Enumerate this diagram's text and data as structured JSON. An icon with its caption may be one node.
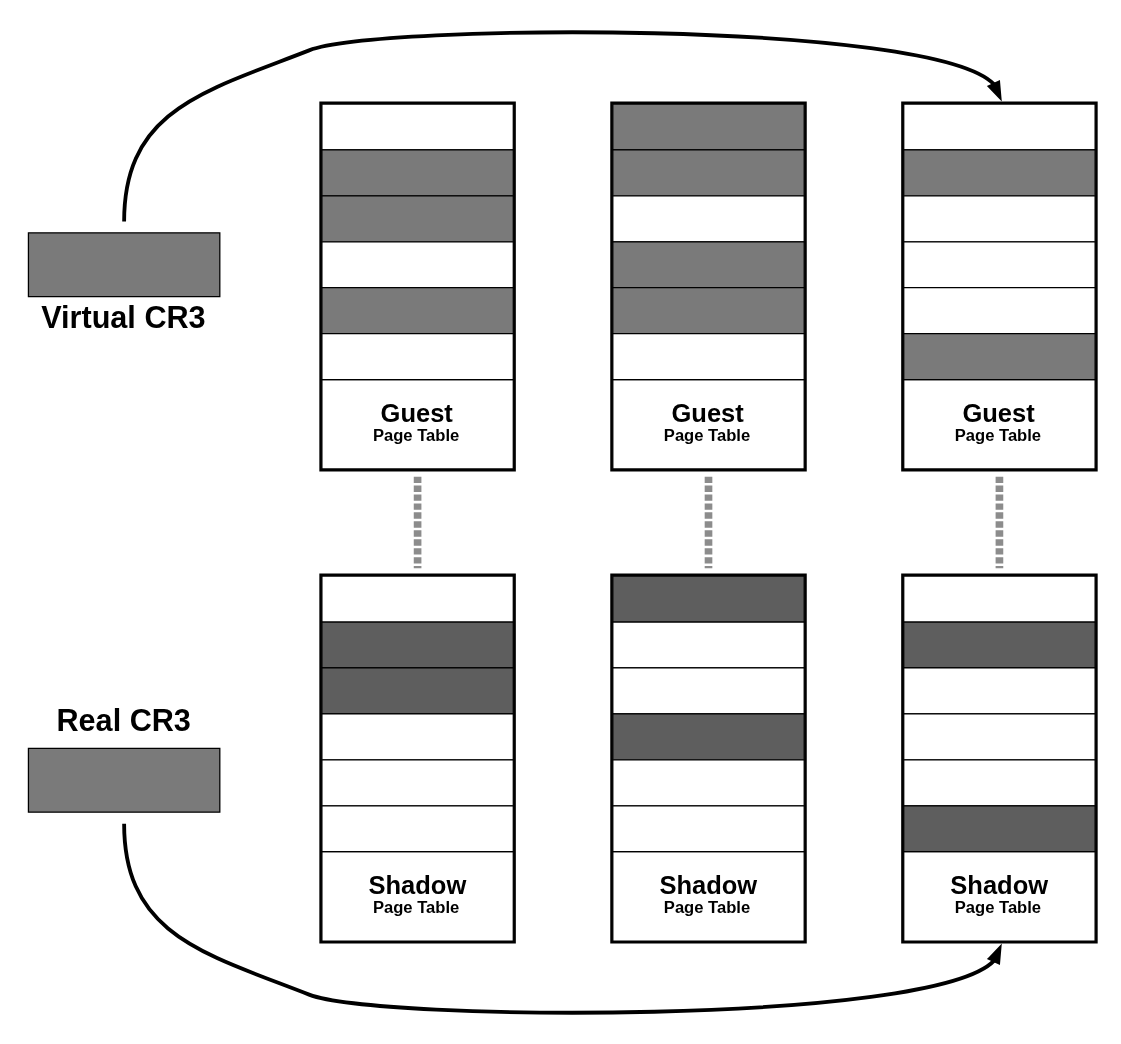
{
  "diagram": {
    "nodes": [
      {
        "text": [
          "Virtual CR3"
        ]
      },
      {
        "text": [
          "Real CR3"
        ]
      },
      {
        "text": [
          "Guest",
          "Page Table"
        ]
      },
      {
        "text": [
          "Guest",
          "Page Table"
        ]
      },
      {
        "text": [
          "Guest",
          "Page Table"
        ]
      },
      {
        "text": [
          "Shadow",
          "Page Table"
        ]
      },
      {
        "text": [
          "Shadow",
          "Page Table"
        ]
      },
      {
        "text": [
          "Shadow",
          "Page Table"
        ]
      }
    ],
    "edges": [
      {
        "from": 0,
        "to": 4,
        "arrow": "to",
        "color": "#000000"
      },
      {
        "from": 1,
        "to": 7,
        "arrow": "to",
        "color": "#000000"
      },
      {
        "from": 2,
        "to": 5,
        "arrow": "none",
        "style": "dashed",
        "color": "#8c8c8c"
      },
      {
        "from": 3,
        "to": 6,
        "arrow": "none",
        "style": "dashed",
        "color": "#8c8c8c"
      },
      {
        "from": 4,
        "to": 7,
        "arrow": "none",
        "style": "dashed",
        "color": "#8c8c8c"
      }
    ]
  }
}
